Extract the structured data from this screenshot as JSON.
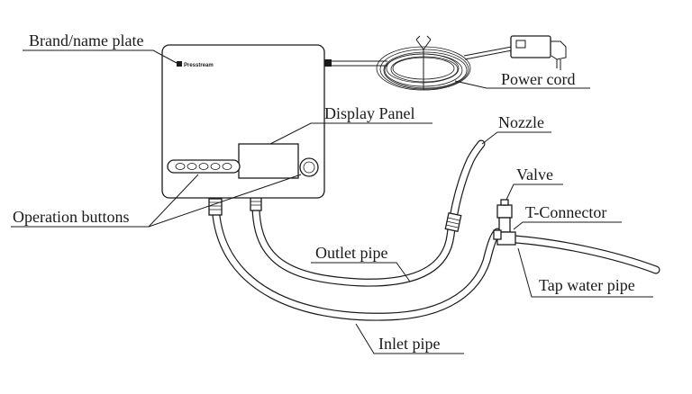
{
  "labels": {
    "brand_plate": "Brand/name plate",
    "power_cord": "Power cord",
    "display_panel": "Display Panel",
    "nozzle": "Nozzle",
    "valve": "Valve",
    "t_connector": "T-Connector",
    "operation_buttons": "Operation buttons",
    "outlet_pipe": "Outlet pipe",
    "tap_water_pipe": "Tap water pipe",
    "inlet_pipe": "Inlet pipe"
  },
  "brand_logo_text": "Presstream"
}
